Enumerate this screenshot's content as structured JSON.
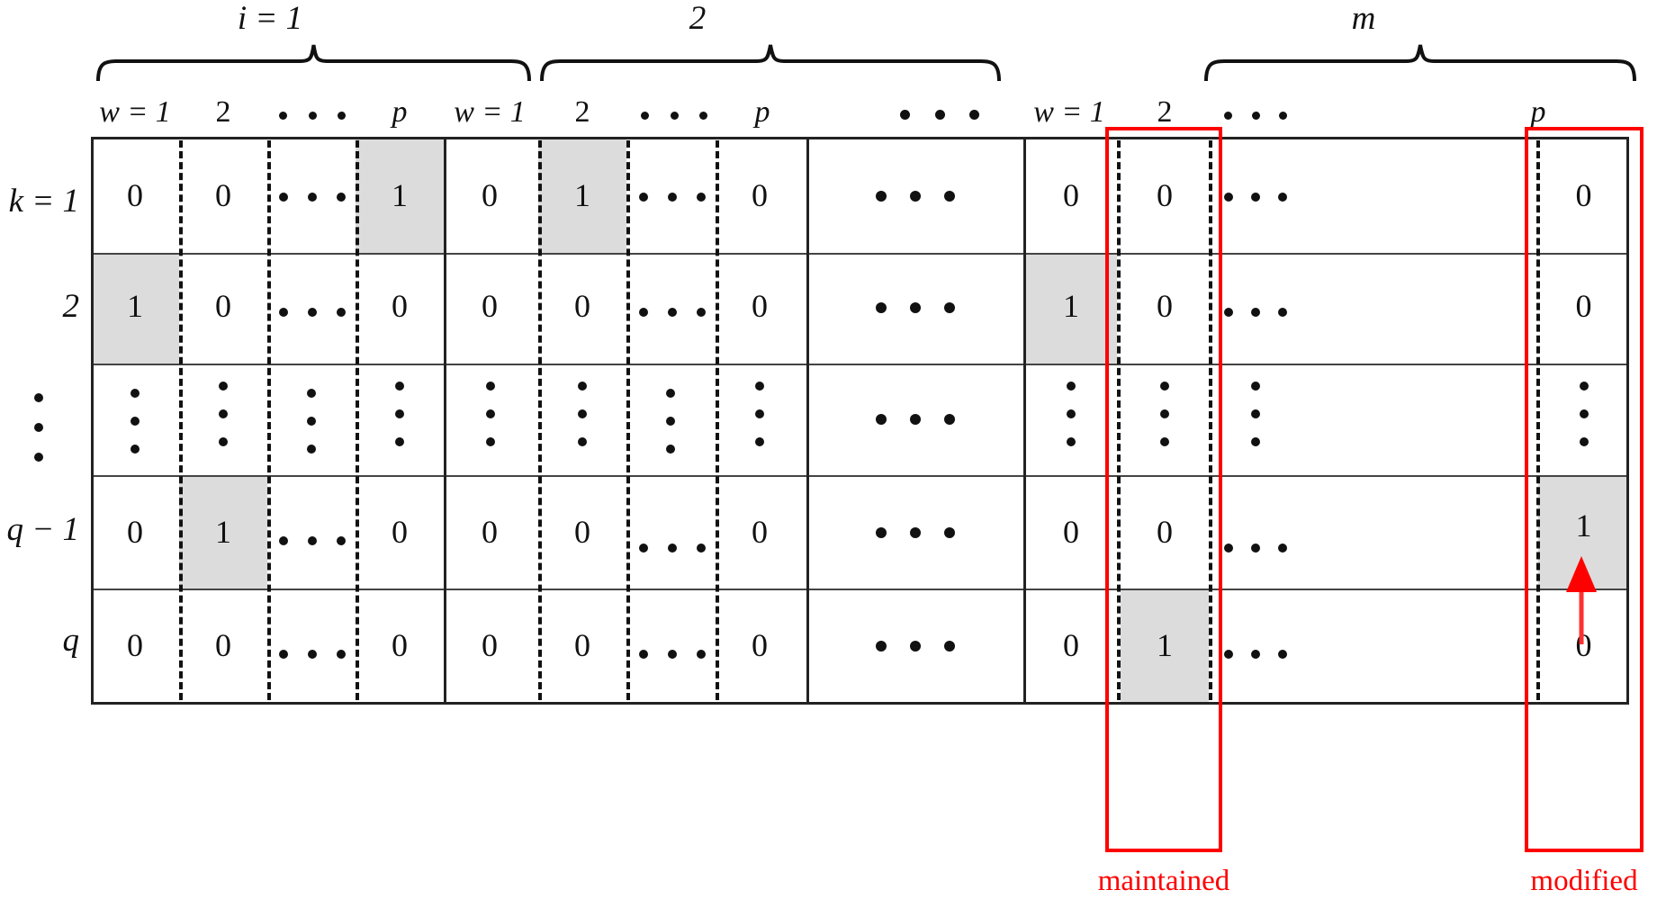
{
  "figure": {
    "kind": "binary-assignment-matrix",
    "row_label_header": "k = 1",
    "groups": [
      {
        "id": "g1",
        "brace_label": "i = 1",
        "columns": [
          {
            "header": "w = 1",
            "header_kind": "text"
          },
          {
            "header": "2",
            "header_kind": "text"
          },
          {
            "header": "⋯",
            "header_kind": "dots"
          },
          {
            "header": "p",
            "header_kind": "text"
          }
        ]
      },
      {
        "id": "g2",
        "brace_label": "2",
        "columns": [
          {
            "header": "w = 1",
            "header_kind": "text"
          },
          {
            "header": "2",
            "header_kind": "text"
          },
          {
            "header": "⋯",
            "header_kind": "dots"
          },
          {
            "header": "p",
            "header_kind": "text"
          }
        ]
      },
      {
        "id": "gellipsis",
        "brace_label": "",
        "columns": [
          {
            "header": "⋯",
            "header_kind": "dots"
          }
        ]
      },
      {
        "id": "gm",
        "brace_label": "m",
        "columns": [
          {
            "header": "w = 1",
            "header_kind": "text"
          },
          {
            "header": "2",
            "header_kind": "text"
          },
          {
            "header": "⋯",
            "header_kind": "dots"
          },
          {
            "header": "p",
            "header_kind": "text"
          }
        ]
      }
    ],
    "rows": [
      {
        "label": "k = 1",
        "kind": "values"
      },
      {
        "label": "2",
        "kind": "values"
      },
      {
        "label": "⋮",
        "kind": "dots"
      },
      {
        "label": "q − 1",
        "kind": "values"
      },
      {
        "label": "q",
        "kind": "values"
      }
    ],
    "matrix": [
      [
        "0",
        "0",
        "⋯",
        "1",
        "0",
        "1",
        "⋯",
        "0",
        "⋯",
        "0",
        "0",
        "⋯",
        "0"
      ],
      [
        "1",
        "0",
        "⋯",
        "0",
        "0",
        "0",
        "⋯",
        "0",
        "⋯",
        "1",
        "0",
        "⋯",
        "0"
      ],
      [
        "⋮",
        "⋮",
        "⋮",
        "⋮",
        "⋮",
        "⋮",
        "⋮",
        "⋮",
        "⋯",
        "⋮",
        "⋮",
        "⋮",
        "⋮"
      ],
      [
        "0",
        "1",
        "⋯",
        "0",
        "0",
        "0",
        "⋯",
        "0",
        "⋯",
        "0",
        "0",
        "⋯",
        "1"
      ],
      [
        "0",
        "0",
        "⋯",
        "0",
        "0",
        "0",
        "⋯",
        "0",
        "⋯",
        "0",
        "1",
        "⋯",
        "0"
      ]
    ],
    "shaded_cells": [
      {
        "row": 0,
        "col": 3
      },
      {
        "row": 0,
        "col": 5
      },
      {
        "row": 1,
        "col": 0
      },
      {
        "row": 1,
        "col": 9
      },
      {
        "row": 3,
        "col": 1
      },
      {
        "row": 3,
        "col": 12
      },
      {
        "row": 4,
        "col": 10
      }
    ],
    "annotations": [
      {
        "name": "maintained",
        "label": "maintained",
        "column_index": 10,
        "color": "#ff0000"
      },
      {
        "name": "modified",
        "label": "modified",
        "column_index": 12,
        "color": "#ff0000"
      }
    ],
    "arrow": {
      "points_to_row": 3,
      "points_to_col": 12,
      "color": "#ff0000"
    }
  }
}
